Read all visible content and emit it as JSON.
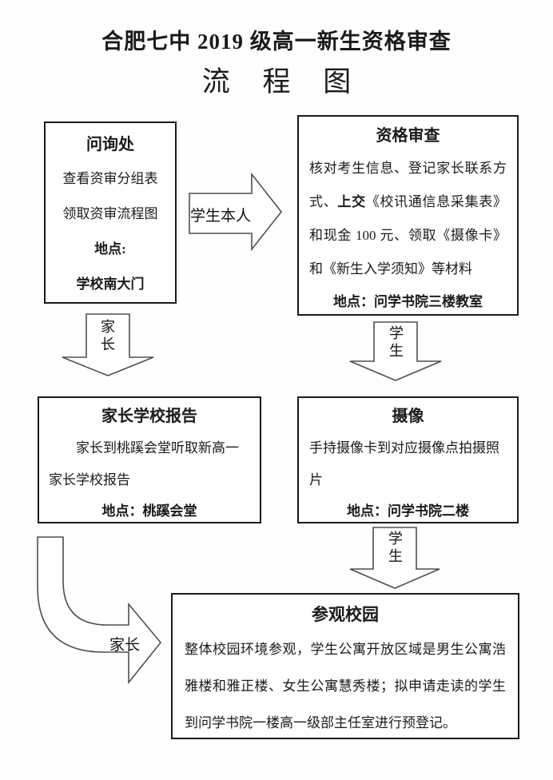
{
  "page": {
    "title": "合肥七中 2019 级高一新生资格审查",
    "subtitle": "流 程 图"
  },
  "boxes": {
    "inquiry": {
      "title": "问询处",
      "lines": [
        "查看资审分组表",
        "领取资审流程图"
      ],
      "location_label": "地点:",
      "location": "学校南大门"
    },
    "qualification": {
      "title": "资格审查",
      "body_before_bold": "核对考生信息、登记家长联系方式、",
      "body_bold": "上交",
      "body_after_bold": "《校讯通信息采集表》和现金 100 元、领取《摄像卡》和《新生入学须知》等材料",
      "location": "地点：问学书院三楼教室"
    },
    "parent_report": {
      "title": "家长学校报告",
      "body": "家长到桃蹊会堂听取新高一家长学校报告",
      "location": "地点：桃蹊会堂"
    },
    "photo": {
      "title": "摄像",
      "body": "手持摄像卡到对应摄像点拍摄照片",
      "location": "地点：问学书院二楼"
    },
    "campus_tour": {
      "title": "参观校园",
      "body": "整体校园环境参观，学生公寓开放区域是男生公寓浩雅楼和雅正楼、女生公寓慧秀楼；拟申请走读的学生到问学书院一楼高一级部主任室进行预登记。"
    }
  },
  "arrows": {
    "student_self": "学生本人",
    "parent_down": "家长",
    "student_down_1": "学生",
    "student_down_2": "学生",
    "parent_curved": "家长"
  },
  "colors": {
    "ink": "#1a1a1a",
    "box_border": "#1a1a1a",
    "arrow_stroke": "#4f4f4f",
    "background": "#ffffff"
  }
}
